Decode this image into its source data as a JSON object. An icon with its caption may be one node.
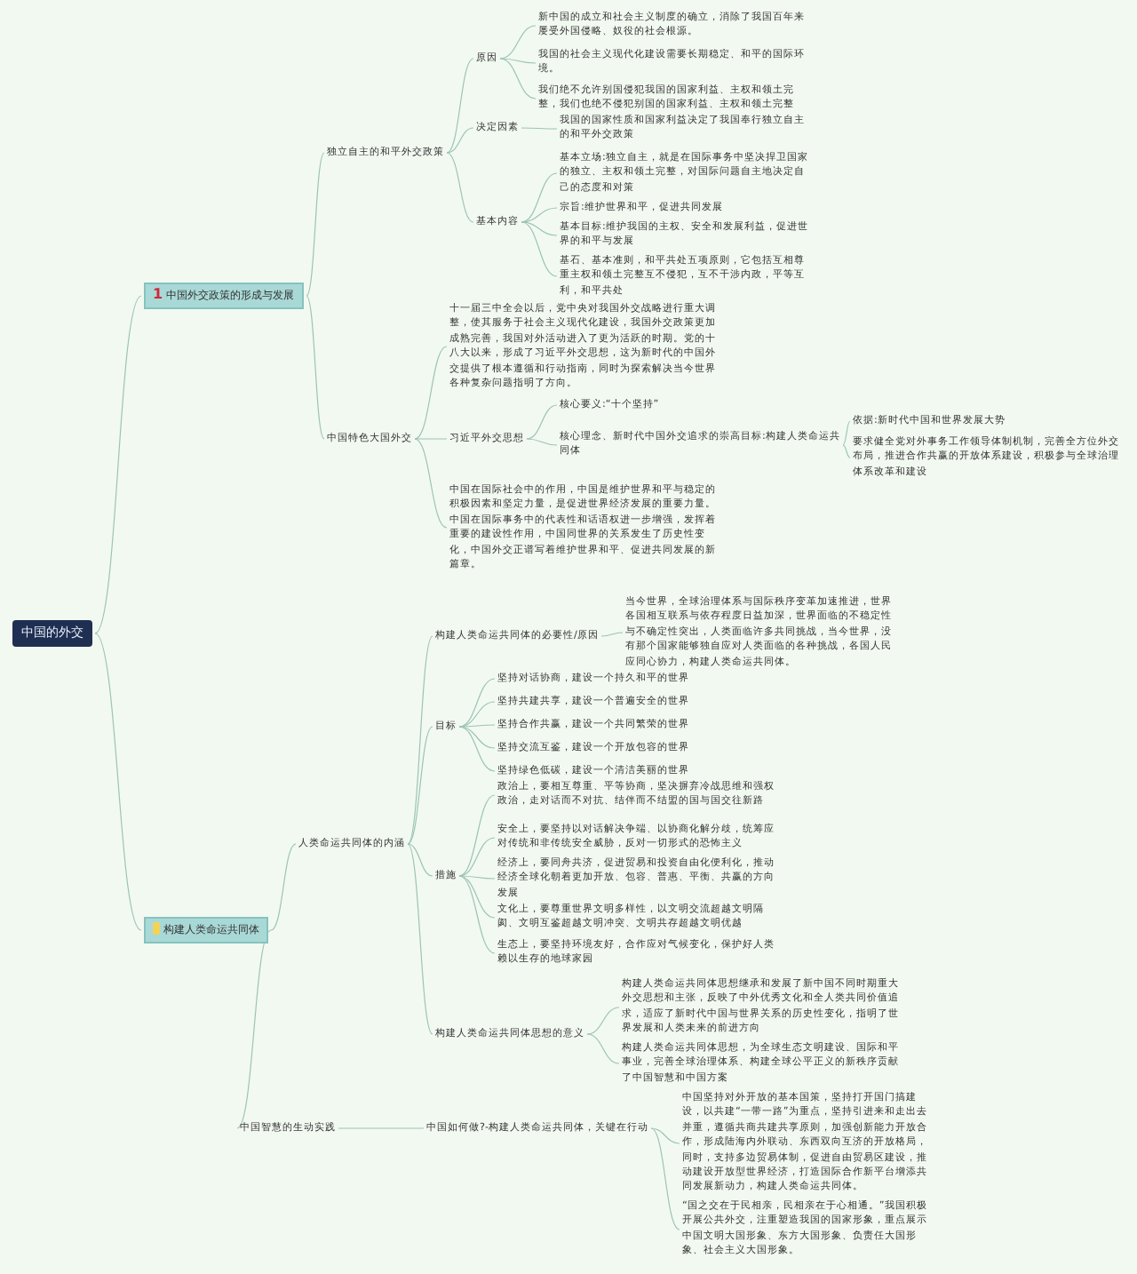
{
  "diagram": {
    "nodes": [
      {
        "text": [
          "中国的外交"
        ]
      },
      {
        "text": [
          "1",
          "中国外交政策的形成与发展"
        ]
      },
      {
        "text": [
          "独立自主的和平外交政策"
        ]
      },
      {
        "text": [
          "原因"
        ]
      },
      {
        "text": [
          "新中国的成立和社会主义制度的确立，消除了我国百年来屡受外国侵略、奴役的社会根源。"
        ]
      },
      {
        "text": [
          "我国的社会主义现代化建设需要长期稳定、和平的国际环境。"
        ]
      },
      {
        "text": [
          "我们绝不允许别国侵犯我国的国家利益、主权和领土完整，我们也绝不侵犯别国的国家利益、主权和领土完整"
        ]
      },
      {
        "text": [
          "决定因素"
        ]
      },
      {
        "text": [
          "我国的国家性质和国家利益决定了我国奉行独立自主的和平外交政策"
        ]
      },
      {
        "text": [
          "基本内容"
        ]
      },
      {
        "text": [
          "基本立场:独立自主，就是在国际事务中坚决捍卫国家的独立、主权和领土完整，对国际问题自主地决定自己的态度和对策"
        ]
      },
      {
        "text": [
          "宗旨:维护世界和平，促进共同发展"
        ]
      },
      {
        "text": [
          "基本目标:维护我国的主权、安全和发展利益，促进世界的和平与发展"
        ]
      },
      {
        "text": [
          "基石、基本准则，和平共处五项原则，它包括互相尊重主权和领土完整互不侵犯，互不干涉内政，平等互利，和平共处"
        ]
      },
      {
        "text": [
          "中国特色大国外交"
        ]
      },
      {
        "text": [
          "十一届三中全会以后，党中央对我国外交战略进行重大调整，使其服务于社会主义现代化建设，我国外交政策更加成熟完善，我国对外活动进入了更为活跃的时期。党的十八大以来，形成了习近平外交思想，这为新时代的中国外交提供了根本遵循和行动指南，同时为探索解决当今世界各种复杂问题指明了方向。"
        ]
      },
      {
        "text": [
          "习近平外交思想"
        ]
      },
      {
        "text": [
          "核心要义:“十个坚持”"
        ]
      },
      {
        "text": [
          "核心理念、新时代中国外交追求的崇高目标:构建人类命运共同体"
        ]
      },
      {
        "text": [
          "依据:新时代中国和世界发展大势"
        ]
      },
      {
        "text": [
          "要求健全党对外事务工作领导体制机制，完善全方位外交布局，推进合作共赢的开放体系建设，积极参与全球治理体系改革和建设"
        ]
      },
      {
        "text": [
          "中国在国际社会中的作用，中国是维护世界和平与稳定的积极因素和坚定力量，是促进世界经济发展的重要力量。中国在国际事务中的代表性和话语权进一步增强，发挥着重要的建设性作用，中国同世界的关系发生了历史性变化，中国外交正谱写着维护世界和平、促进共同发展的新篇章。"
        ]
      },
      {
        "text": [
          "构建人类命运共同体"
        ]
      },
      {
        "text": [
          "人类命运共同体的内涵"
        ]
      },
      {
        "text": [
          "构建人类命运共同体的必要性/原因"
        ]
      },
      {
        "text": [
          "当今世界，全球治理体系与国际秩序变革加速推进，世界各国相互联系与依存程度日益加深，世界面临的不稳定性与不确定性突出，人类面临许多共同挑战，当今世界，没有那个国家能够独自应对人类面临的各种挑战，各国人民应同心协力，构建人类命运共同体。"
        ]
      },
      {
        "text": [
          "目标"
        ]
      },
      {
        "text": [
          "坚持对话协商，建设一个持久和平的世界"
        ]
      },
      {
        "text": [
          "坚持共建共享，建设一个普遍安全的世界"
        ]
      },
      {
        "text": [
          "坚持合作共赢，建设一个共同繁荣的世界"
        ]
      },
      {
        "text": [
          "坚持交流互鉴，建设一个开放包容的世界"
        ]
      },
      {
        "text": [
          "坚持绿色低碳，建设一个清洁美丽的世界"
        ]
      },
      {
        "text": [
          "措施"
        ]
      },
      {
        "text": [
          "政治上，要相互尊重、平等协商，坚决摒弃冷战思维和强权政治，走对话而不对抗、结伴而不结盟的国与国交往新路"
        ]
      },
      {
        "text": [
          "安全上，要坚持以对话解决争端、以协商化解分歧，统筹应对传统和非传统安全威胁，反对一切形式的恐怖主义"
        ]
      },
      {
        "text": [
          "经济上，要同舟共济，促进贸易和投资自由化便利化，推动经济全球化朝着更加开放、包容、普惠、平衡、共赢的方向发展"
        ]
      },
      {
        "text": [
          "文化上，要尊重世界文明多样性，以文明交流超越文明隔阂、文明互鉴超越文明冲突、文明共存超越文明优越"
        ]
      },
      {
        "text": [
          "生态上，要坚持环境友好，合作应对气候变化，保护好人类赖以生存的地球家园"
        ]
      },
      {
        "text": [
          "构建人类命运共同体思想的意义"
        ]
      },
      {
        "text": [
          "构建人类命运共同体思想继承和发展了新中国不同时期重大外交思想和主张，反映了中外优秀文化和全人类共同价值追求，适应了新时代中国与世界关系的历史性变化，指明了世界发展和人类未来的前进方向"
        ]
      },
      {
        "text": [
          "构建人类命运共同体思想，为全球生态文明建设、国际和平事业，完善全球治理体系、构建全球公平正义的新秩序贡献了中国智慧和中国方案"
        ]
      },
      {
        "text": [
          "中国智慧的生动实践"
        ]
      },
      {
        "text": [
          "中国如何做?-构建人类命运共同体，关键在行动"
        ]
      },
      {
        "text": [
          "中国坚持对外开放的基本国策，坚持打开国门搞建设，以共建“一带一路”为重点，坚持引进来和走出去并重，遵循共商共建共享原则，加强创新能力开放合作，形成陆海内外联动、东西双向互济的开放格局，同时，支持多边贸易体制，促进自由贸易区建设，推动建设开放型世界经济，打造国际合作新平台增添共同发展新动力，构建人类命运共同体。"
        ]
      },
      {
        "text": [
          "“国之交在于民相亲，民相亲在于心相通。”我国积极开展公共外交，注重塑造我国的国家形象，重点展示中国文明大国形象、东方大国形象、负责任大国形象、社会主义大国形象。"
        ]
      }
    ],
    "edges": [
      {
        "from": 0,
        "to": 1,
        "arrow": "none"
      },
      {
        "from": 0,
        "to": 22,
        "arrow": "none"
      },
      {
        "from": 1,
        "to": 2,
        "arrow": "none"
      },
      {
        "from": 1,
        "to": 14,
        "arrow": "none"
      },
      {
        "from": 2,
        "to": 3,
        "arrow": "none"
      },
      {
        "from": 2,
        "to": 7,
        "arrow": "none"
      },
      {
        "from": 2,
        "to": 9,
        "arrow": "none"
      },
      {
        "from": 3,
        "to": 4,
        "arrow": "none"
      },
      {
        "from": 3,
        "to": 5,
        "arrow": "none"
      },
      {
        "from": 3,
        "to": 6,
        "arrow": "none"
      },
      {
        "from": 7,
        "to": 8,
        "arrow": "none"
      },
      {
        "from": 9,
        "to": 10,
        "arrow": "none"
      },
      {
        "from": 9,
        "to": 11,
        "arrow": "none"
      },
      {
        "from": 9,
        "to": 12,
        "arrow": "none"
      },
      {
        "from": 9,
        "to": 13,
        "arrow": "none"
      },
      {
        "from": 14,
        "to": 15,
        "arrow": "none"
      },
      {
        "from": 14,
        "to": 16,
        "arrow": "none"
      },
      {
        "from": 14,
        "to": 21,
        "arrow": "none"
      },
      {
        "from": 16,
        "to": 17,
        "arrow": "none"
      },
      {
        "from": 16,
        "to": 18,
        "arrow": "none"
      },
      {
        "from": 18,
        "to": 19,
        "arrow": "none"
      },
      {
        "from": 18,
        "to": 20,
        "arrow": "none"
      },
      {
        "from": 22,
        "to": 23,
        "arrow": "none"
      },
      {
        "from": 22,
        "to": 41,
        "arrow": "none"
      },
      {
        "from": 23,
        "to": 24,
        "arrow": "none"
      },
      {
        "from": 23,
        "to": 26,
        "arrow": "none"
      },
      {
        "from": 23,
        "to": 32,
        "arrow": "none"
      },
      {
        "from": 23,
        "to": 38,
        "arrow": "none"
      },
      {
        "from": 24,
        "to": 25,
        "arrow": "none"
      },
      {
        "from": 26,
        "to": 27,
        "arrow": "none"
      },
      {
        "from": 26,
        "to": 28,
        "arrow": "none"
      },
      {
        "from": 26,
        "to": 29,
        "arrow": "none"
      },
      {
        "from": 26,
        "to": 30,
        "arrow": "none"
      },
      {
        "from": 26,
        "to": 31,
        "arrow": "none"
      },
      {
        "from": 32,
        "to": 33,
        "arrow": "none"
      },
      {
        "from": 32,
        "to": 34,
        "arrow": "none"
      },
      {
        "from": 32,
        "to": 35,
        "arrow": "none"
      },
      {
        "from": 32,
        "to": 36,
        "arrow": "none"
      },
      {
        "from": 32,
        "to": 37,
        "arrow": "none"
      },
      {
        "from": 38,
        "to": 39,
        "arrow": "none"
      },
      {
        "from": 38,
        "to": 40,
        "arrow": "none"
      },
      {
        "from": 41,
        "to": 42,
        "arrow": "none"
      },
      {
        "from": 42,
        "to": 43,
        "arrow": "none"
      },
      {
        "from": 42,
        "to": 44,
        "arrow": "none"
      }
    ]
  }
}
